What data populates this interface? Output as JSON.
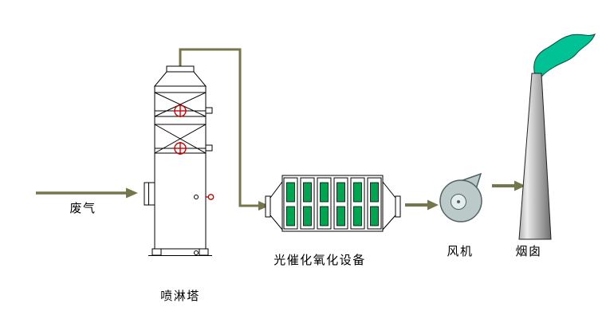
{
  "diagram": {
    "labels": {
      "waste_gas": "废气",
      "spray_tower": "喷淋塔",
      "photocatalytic_unit": "光催化氧化设备",
      "fan": "风机",
      "chimney": "烟囱"
    },
    "equipment": {
      "lamp_columns": 6,
      "lamp_rows": 2
    },
    "colors": {
      "background": "#ffffff",
      "label_color": "#000000",
      "outline": "#000000",
      "arrow": "#74764b",
      "pipe": "#74764b",
      "nozzle_red": "#cc0000",
      "lamp_green": "#00a551",
      "flag_green": "#00c295",
      "fan_fill": "#bcc9c9",
      "fan_inner": "#e4ecec",
      "fan_stroke": "#4f6363",
      "chimney_light": "#ececec",
      "chimney_mid": "#b0b0b0",
      "chimney_dark": "#6f6f6f"
    }
  }
}
